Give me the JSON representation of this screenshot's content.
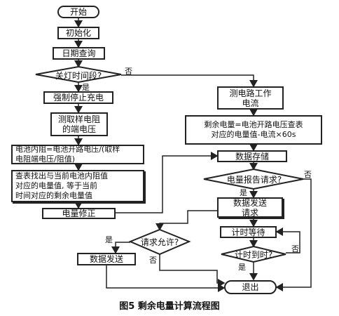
{
  "nodes": {
    "start": "开始",
    "init": "初始化",
    "date_query": "日期查询",
    "lights_off": "关灯时间段?",
    "force_stop": "强制停止充电",
    "measure_sample": "测取样电阻\n的端电压",
    "internal_resistance": "电池内阻=电池开路电压/(取样\n电阻端电压/阻值)",
    "lookup_table": "查表找出与当前电池内阻值\n对应的电量值, 等于当前\n时间对应的剩余电量值",
    "charge_correct": "电量修正",
    "measure_current": "测电路工作\n电流",
    "remaining_charge": "剩余电量=电池开路电压查表\n对应的电量值-电流×60s",
    "data_store": "数据存储",
    "charge_report": "电量报告请求?",
    "send_request": "数据发送\n请求",
    "timer_wait": "计时等待",
    "timer_done": "计时到时?",
    "request_allowed": "请求允许?",
    "data_send": "数据发送",
    "exit": "退出"
  },
  "labels": {
    "yes": "是",
    "no": "否"
  },
  "caption": "图5 剩余电量计算流程图"
}
